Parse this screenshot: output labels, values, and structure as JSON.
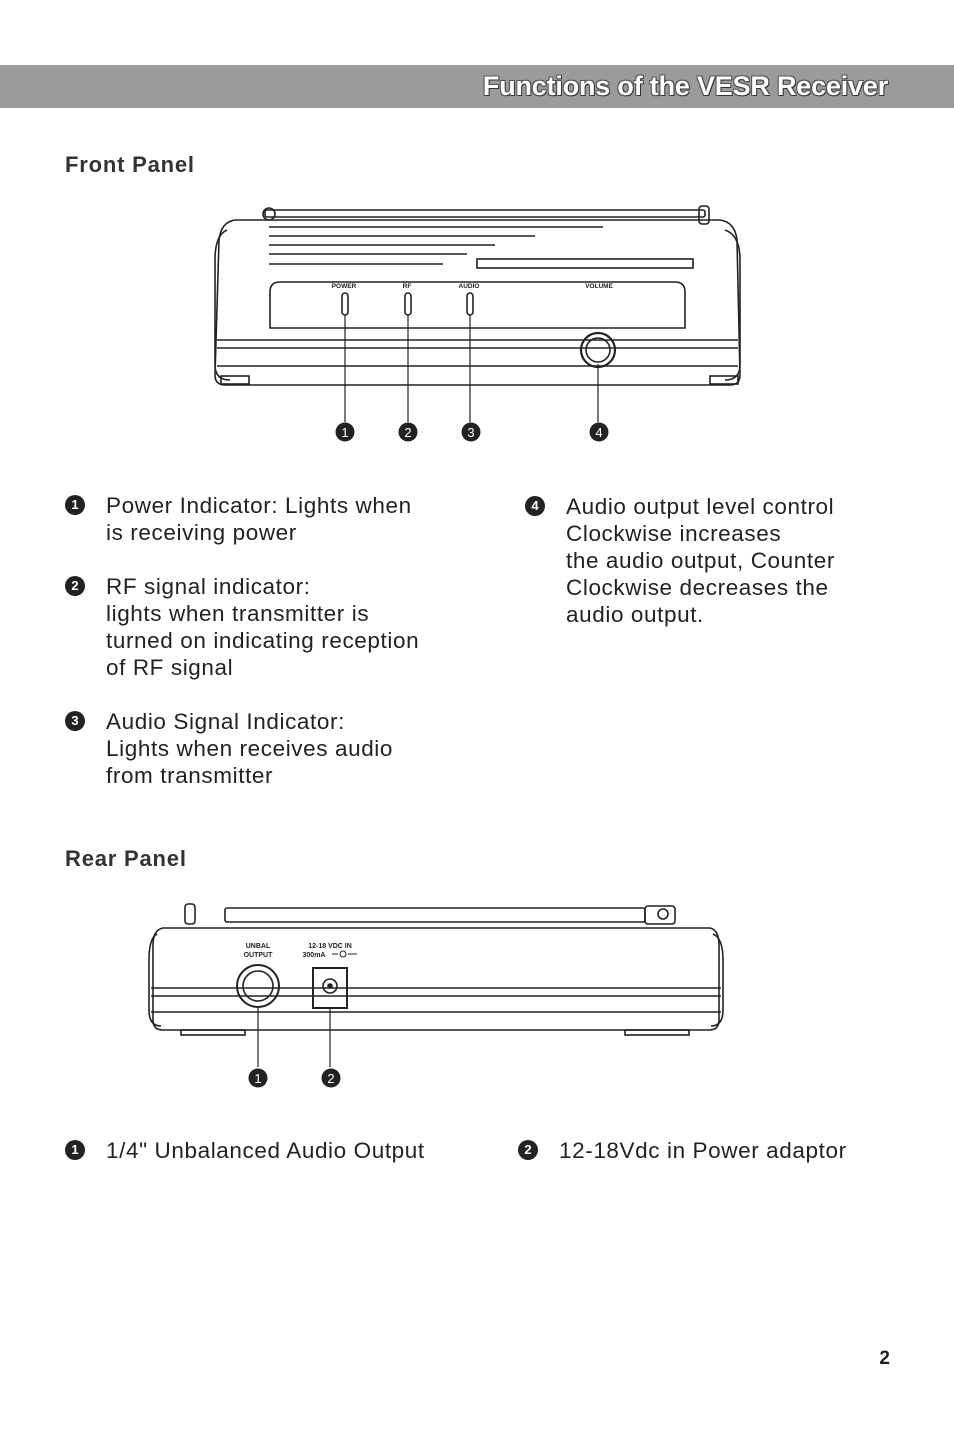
{
  "header": {
    "title": "Functions of the VESR Receiver"
  },
  "front_panel": {
    "title": "Front Panel",
    "panel_labels": {
      "power": "POWER",
      "rf": "RF",
      "audio": "AUDIO",
      "volume": "VOLUME"
    },
    "callout_numbers": [
      "1",
      "2",
      "3",
      "4"
    ],
    "items": [
      {
        "number": "1",
        "lines": [
          "Power Indicator: Lights when",
          "is receiving power"
        ]
      },
      {
        "number": "2",
        "lines": [
          "RF signal indicator:",
          "lights when transmitter is",
          "turned on indicating reception",
          "of RF signal"
        ]
      },
      {
        "number": "3",
        "lines": [
          "Audio Signal Indicator:",
          "Lights when receives audio",
          "from transmitter"
        ]
      },
      {
        "number": "4",
        "lines": [
          "Audio output level control",
          "Clockwise increases",
          "the audio output, Counter",
          "Clockwise decreases the",
          "audio output."
        ]
      }
    ]
  },
  "rear_panel": {
    "title": "Rear Panel",
    "panel_labels": {
      "unbal_line1": "UNBAL",
      "unbal_line2": "OUTPUT",
      "dc_line1": "12-18 VDC IN",
      "dc_line2": "300mA"
    },
    "callout_numbers": [
      "1",
      "2"
    ],
    "items": [
      {
        "number": "1",
        "text": "1/4\" Unbalanced Audio Output"
      },
      {
        "number": "2",
        "text": "12-18Vdc in Power adaptor"
      }
    ]
  },
  "page_number": "2"
}
